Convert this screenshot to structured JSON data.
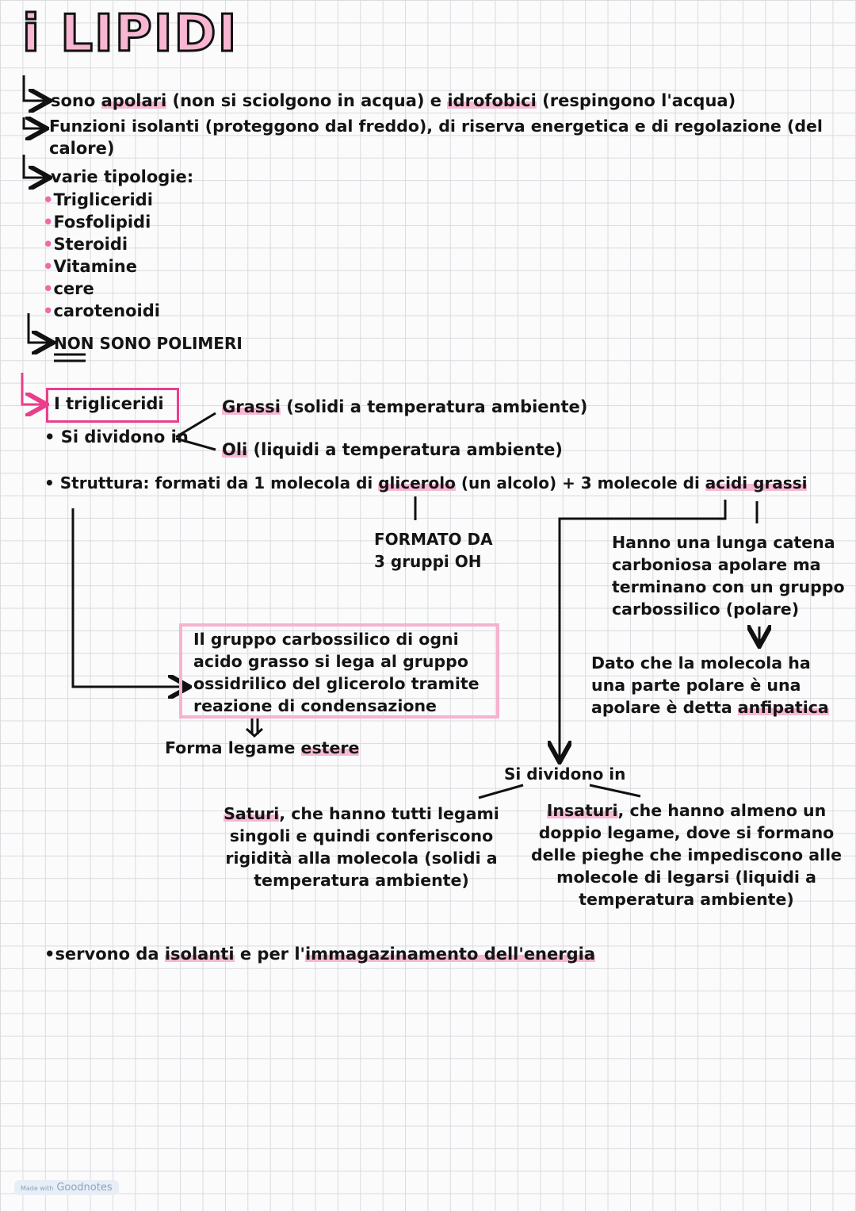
{
  "title": "i LIPIDI",
  "intro": {
    "line1_a": "sono ",
    "line1_b": "apolari",
    "line1_c": " (non si sciolgono in acqua) e ",
    "line1_d": "idrofobici",
    "line1_e": " (respingono l'acqua)",
    "line2": "Funzioni isolanti (proteggono dal freddo), di riserva energetica e di regolazione (del",
    "line2_cont": "calore)",
    "line3": "varie tipologie:",
    "types": [
      "Trigliceridi",
      "Fosfolipidi",
      "Steroidi",
      "Vitamine",
      "cere",
      "carotenoidi"
    ],
    "non_polimeri_a": "NON",
    "non_polimeri_b": " SONO POLIMERI"
  },
  "trigliceridi": {
    "heading": "I trigliceridi",
    "divide": "Si dividono in",
    "grassi_a": "Grassi",
    "grassi_b": " (solidi a temperatura ambiente)",
    "oli_a": "Oli",
    "oli_b": " (liquidi a temperatura ambiente)",
    "struttura_a": "Struttura: formati da 1 molecola di ",
    "struttura_b": "glicerolo",
    "struttura_c": " (un alcolo) + 3 molecole di ",
    "struttura_d": "acidi grassi",
    "glicerolo_note": [
      "FORMATO DA",
      "3 gruppi OH"
    ],
    "acidi_note": [
      "Hanno una lunga catena",
      "carboniosa apolare ma",
      "terminano con un gruppo",
      "carbossilico (polare)"
    ],
    "anfipatica_lines": [
      "Dato che la molecola ha",
      "una parte polare è una"
    ],
    "anfipatica_last_a": "apolare è detta ",
    "anfipatica_last_b": "anfipatica",
    "box_lines": [
      "Il gruppo carbossilico di ogni",
      "acido grasso si lega al gruppo",
      "ossidrilico del glicerolo tramite",
      "reazione di condensazione"
    ],
    "legame_a": "Forma legame ",
    "legame_b": "estere",
    "divide2": "Si dividono in",
    "saturi_a": "Saturi",
    "saturi_b": ", che hanno tutti legami",
    "saturi_lines": [
      "singoli e quindi conferiscono",
      "rigidità alla molecola (solidi a",
      "temperatura ambiente)"
    ],
    "insaturi_a": "Insaturi",
    "insaturi_b": ", che hanno almeno un",
    "insaturi_lines": [
      "doppio legame, dove si formano",
      "delle pieghe che impediscono alle",
      "molecole di legarsi (liquidi a",
      "temperatura ambiente)"
    ],
    "servono_a": "servono da ",
    "servono_b": "isolanti",
    "servono_c": " e per l'",
    "servono_d": "immagazinamento dell'energia"
  },
  "watermark": {
    "small": "Made with",
    "brand": "Goodnotes"
  },
  "colors": {
    "accent_pink": "#e93f8b",
    "highlight_pink": "#f6b8d3",
    "ink": "#141414"
  }
}
